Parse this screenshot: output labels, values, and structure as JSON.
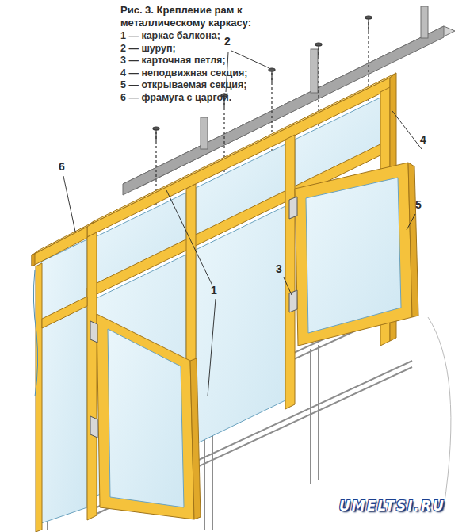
{
  "diagram": {
    "title": "Рис. 3. Крепление рам к металлическому каркасу:",
    "labels": [
      "1 — каркас балкона;",
      "2 — шуруп;",
      "3 — карточная петля;",
      "4 — неподвижная секция;",
      "5 — открываемая секция;",
      "6 — фрамуга с царгой.",
      "2",
      "4",
      "6",
      "5",
      "3",
      "1",
      "UMELTSI.RU"
    ]
  }
}
